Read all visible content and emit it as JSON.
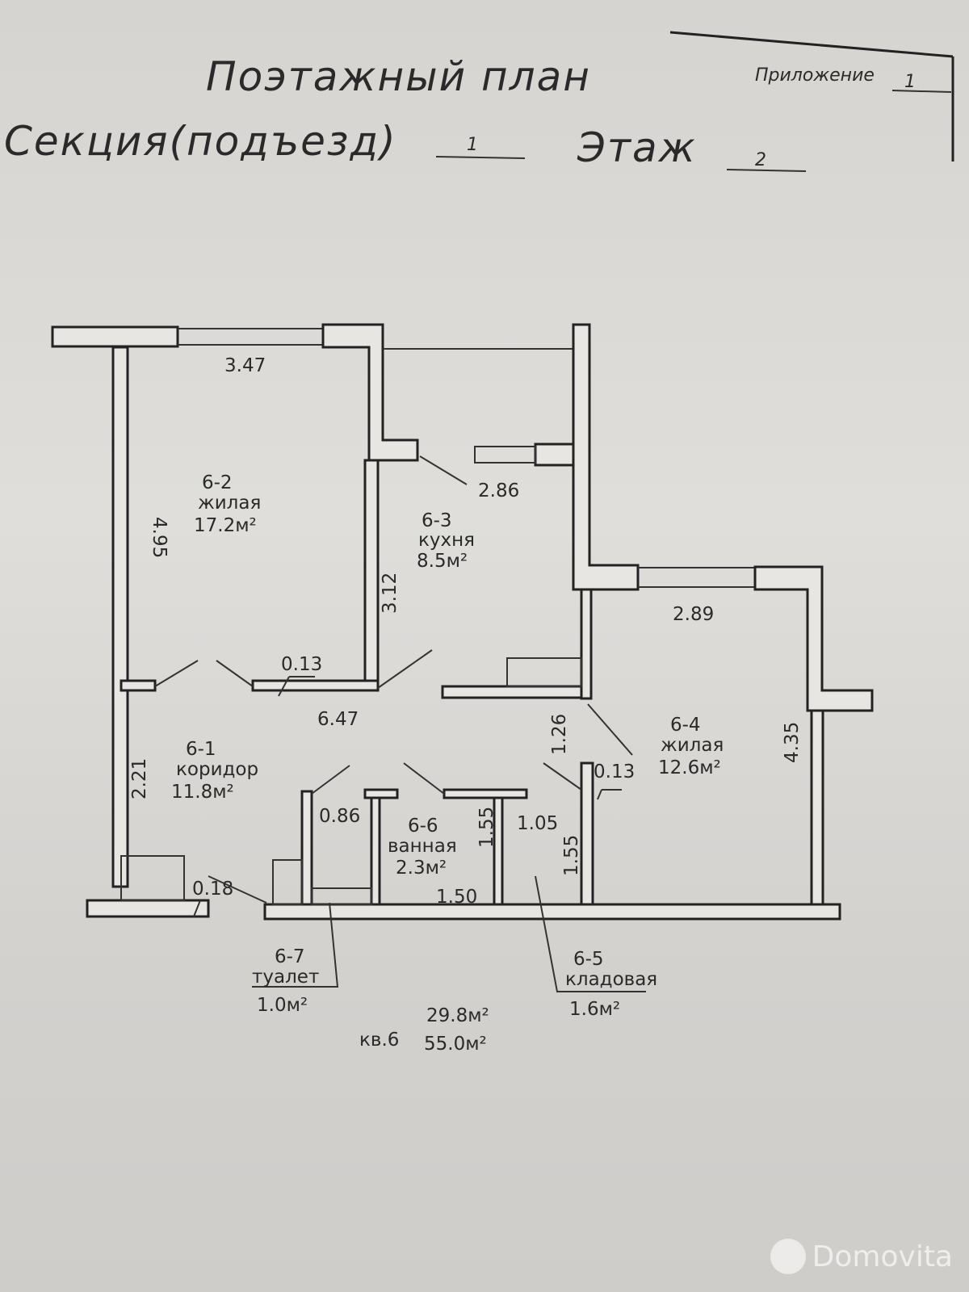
{
  "header": {
    "title": "Поэтажный план",
    "appendix_label": "Приложение",
    "appendix_value": "1",
    "section_label": "Секция(подъезд)",
    "section_value": "1",
    "floor_label": "Этаж",
    "floor_value": "2"
  },
  "rooms": [
    {
      "id": "6-1",
      "name": "коридор",
      "area": "11.8м²"
    },
    {
      "id": "6-2",
      "name": "жилая",
      "area": "17.2м²"
    },
    {
      "id": "6-3",
      "name": "кухня",
      "area": "8.5м²"
    },
    {
      "id": "6-4",
      "name": "жилая",
      "area": "12.6м²"
    },
    {
      "id": "6-5",
      "name": "кладовая",
      "area": "1.6м²"
    },
    {
      "id": "6-6",
      "name": "ванная",
      "area": "2.3м²"
    },
    {
      "id": "6-7",
      "name": "туалет",
      "area": "1.0м²"
    }
  ],
  "dimensions": {
    "d347": "3.47",
    "d495": "4.95",
    "d286": "2.86",
    "d312": "3.12",
    "d013a": "0.13",
    "d647": "6.47",
    "d289": "2.89",
    "d435": "4.35",
    "d221": "2.21",
    "d126": "1.26",
    "d013b": "0.13",
    "d086": "0.86",
    "d155a": "1.55",
    "d105": "1.05",
    "d155b": "1.55",
    "d018": "0.18",
    "d150": "1.50"
  },
  "summary": {
    "apartment": "кв.6",
    "living_area": "29.8м²",
    "total_area": "55.0м²"
  },
  "watermark": "Domovita"
}
